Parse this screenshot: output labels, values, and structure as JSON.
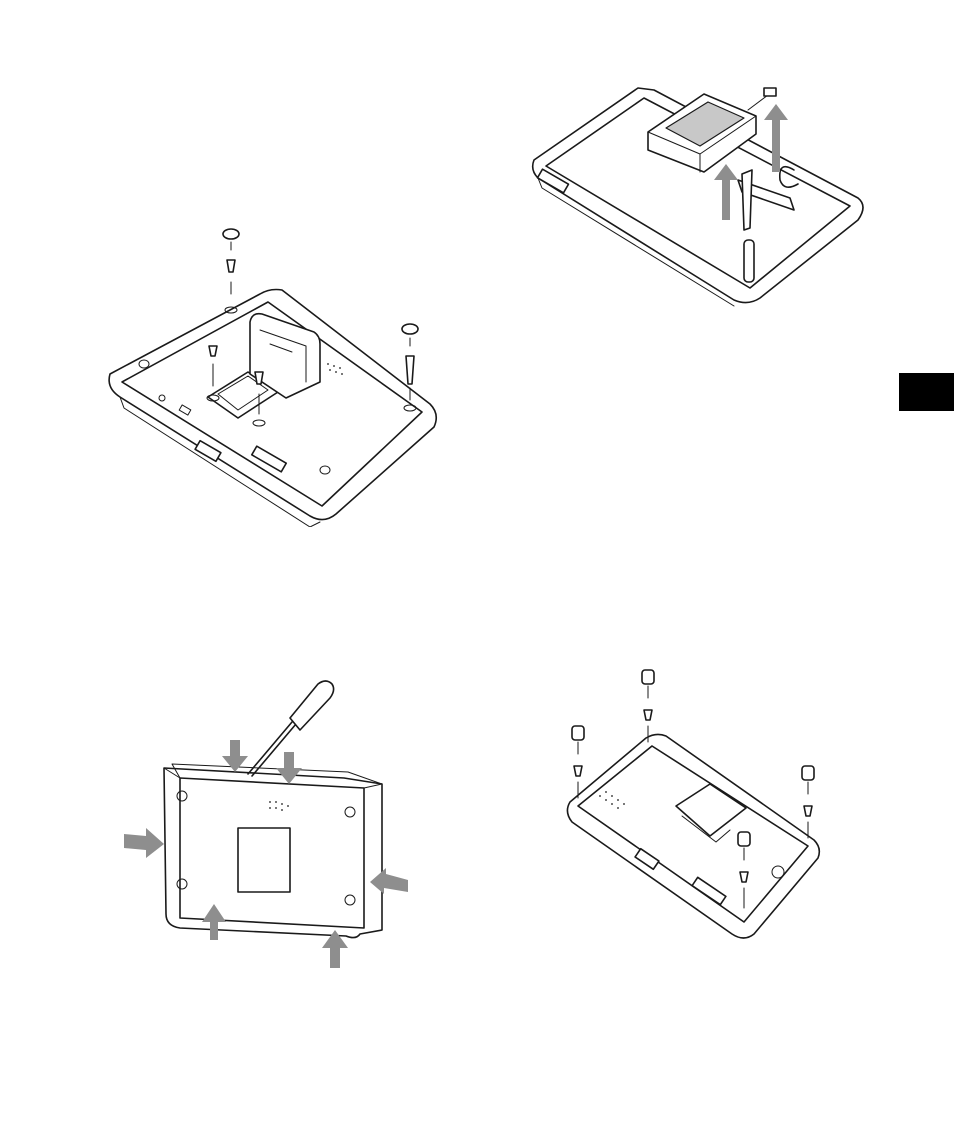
{
  "colors": {
    "line": "#1a1a1a",
    "grey_arrow": "#8e8e8e",
    "battery_label": "#c8c8c8",
    "section_tab": "#000000",
    "background": "#ffffff"
  },
  "figures": [
    {
      "id": "fig-remove-back-screws",
      "icon": "device-back-screws-removal"
    },
    {
      "id": "fig-pry-case-open",
      "icon": "screwdriver-pry-case"
    },
    {
      "id": "fig-lift-battery-out",
      "icon": "battery-lift-out"
    },
    {
      "id": "fig-reinstall-screws",
      "icon": "screws-reinstall-caps"
    }
  ],
  "section_tab": {
    "icon": "black-section-tab"
  }
}
